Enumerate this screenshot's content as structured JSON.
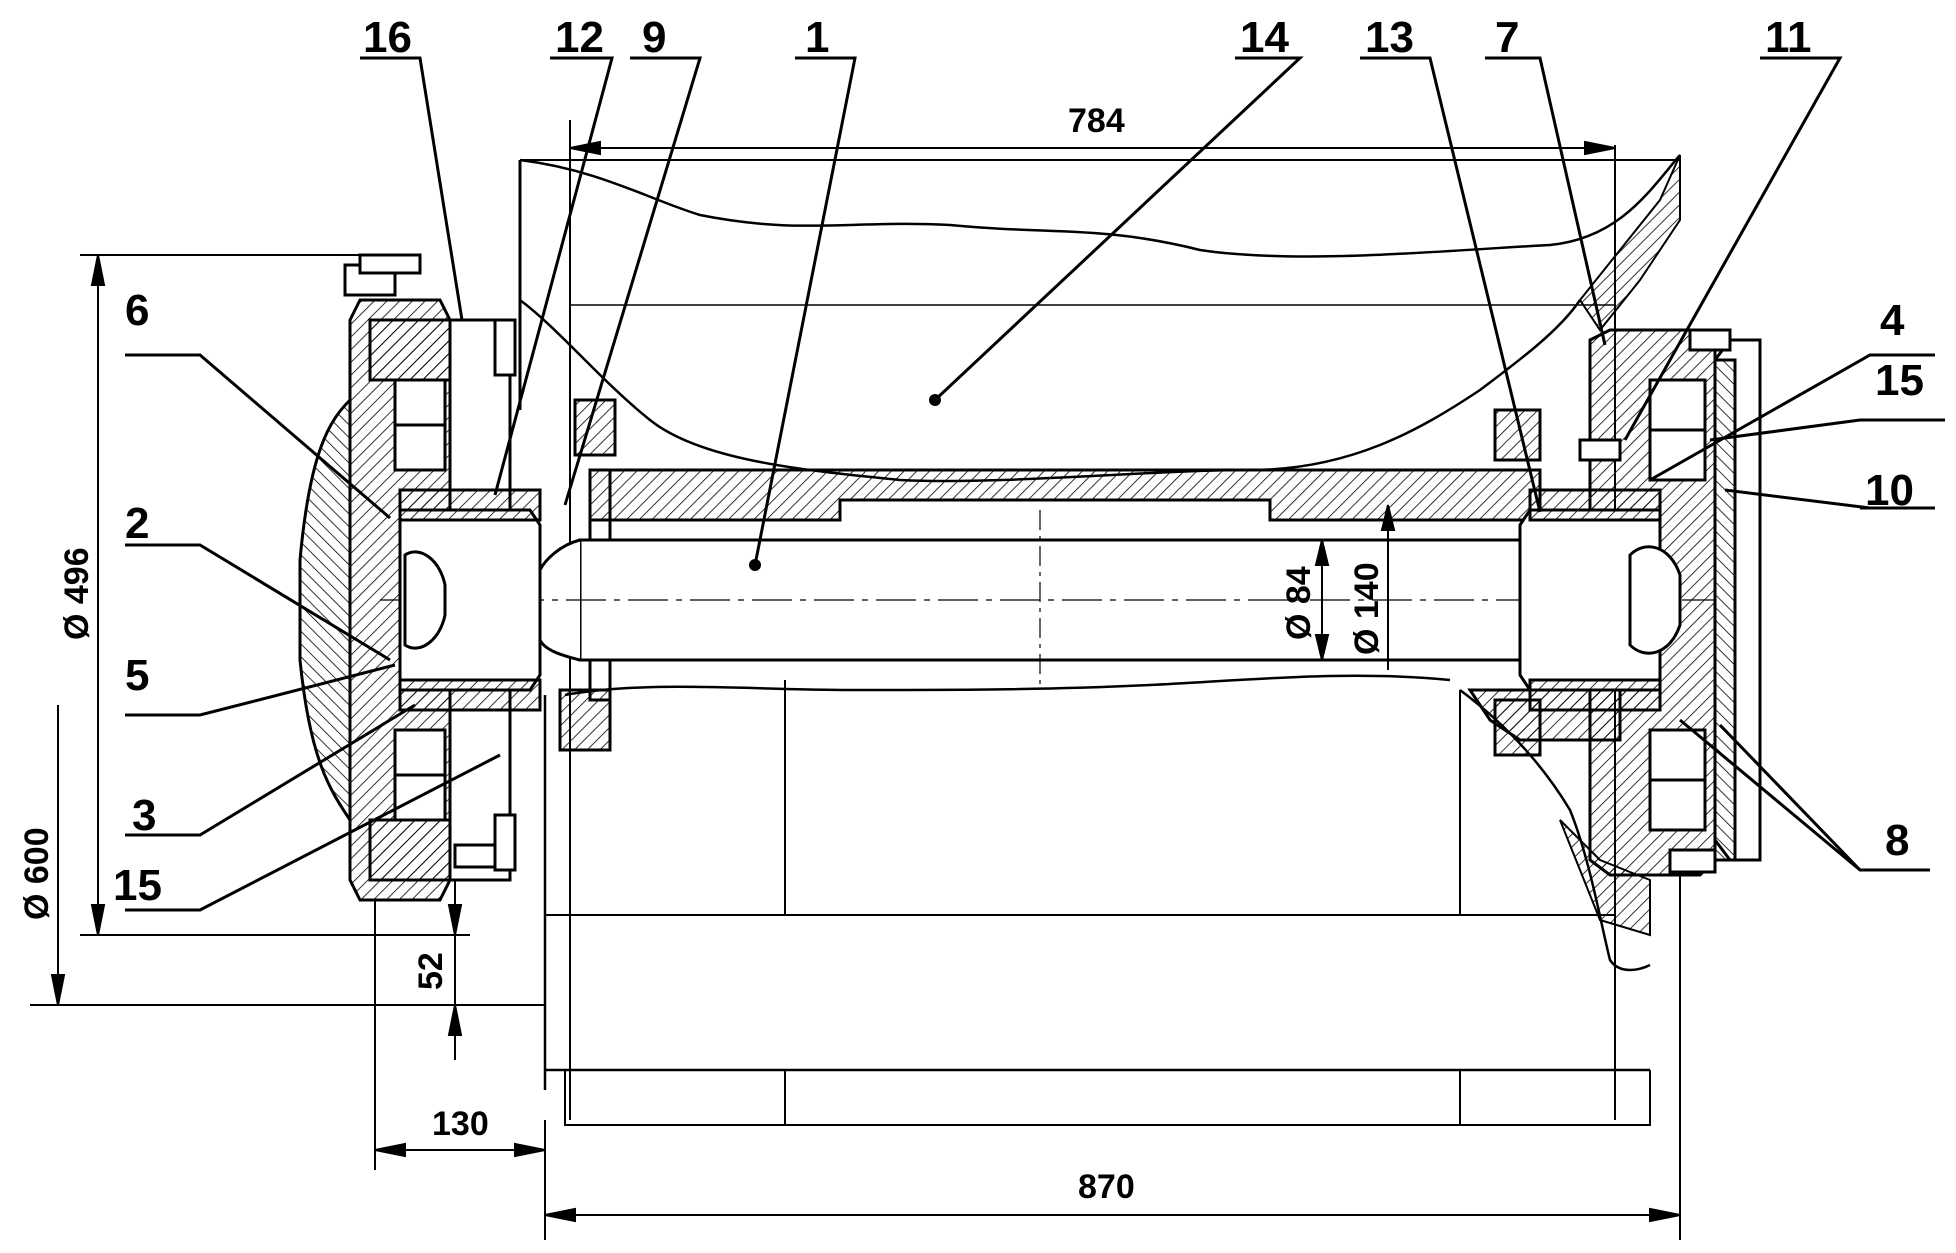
{
  "callouts": {
    "c1": "1",
    "c2": "2",
    "c3": "3",
    "c4": "4",
    "c5": "5",
    "c6": "6",
    "c7": "7",
    "c8": "8",
    "c9": "9",
    "c10": "10",
    "c11": "11",
    "c12": "12",
    "c13": "13",
    "c14": "14",
    "c15a": "15",
    "c15b": "15",
    "c16": "16"
  },
  "dimensions": {
    "d784": "784",
    "d870": "870",
    "d130": "130",
    "d52": "52",
    "d496": "Ø 496",
    "d600": "Ø 600",
    "d84": "Ø 84",
    "d140": "Ø 140"
  },
  "colors": {
    "ink": "#000000",
    "paper": "#ffffff"
  }
}
